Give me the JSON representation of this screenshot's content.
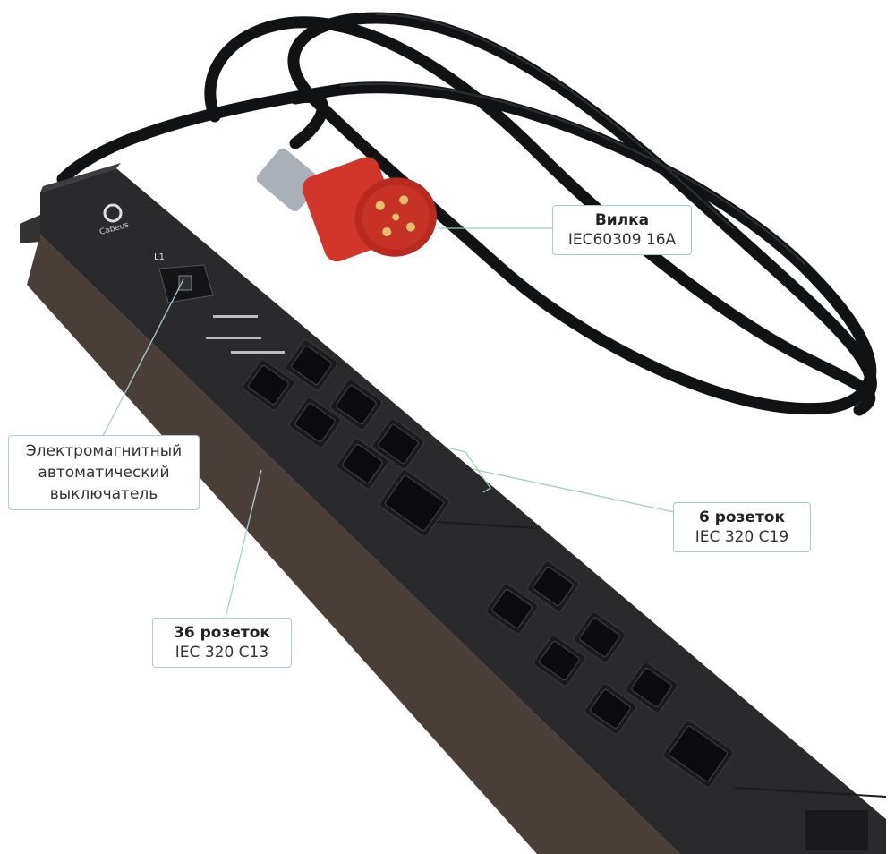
{
  "product_brand_logo": "Cabeus",
  "breaker_marking": "L1",
  "colors": {
    "pdu_body": "#2a2a2c",
    "pdu_side": "#4a3f38",
    "cable": "#111214",
    "plug_red": "#d2352a",
    "plug_grey": "#a9b0b8",
    "callout_border_green": "#9fcfb6",
    "callout_border_blue": "#a9cbd6"
  },
  "callouts": {
    "plug": {
      "title": "Вилка",
      "subtitle": "IEC60309 16A"
    },
    "breaker": {
      "line1": "Электромагнитный",
      "line2": "автоматический",
      "line3": "выключатель"
    },
    "c13": {
      "title": "36 розеток",
      "subtitle": "IEC 320 C13"
    },
    "c19": {
      "title": "6 розеток",
      "subtitle": "IEC 320 C19"
    }
  }
}
